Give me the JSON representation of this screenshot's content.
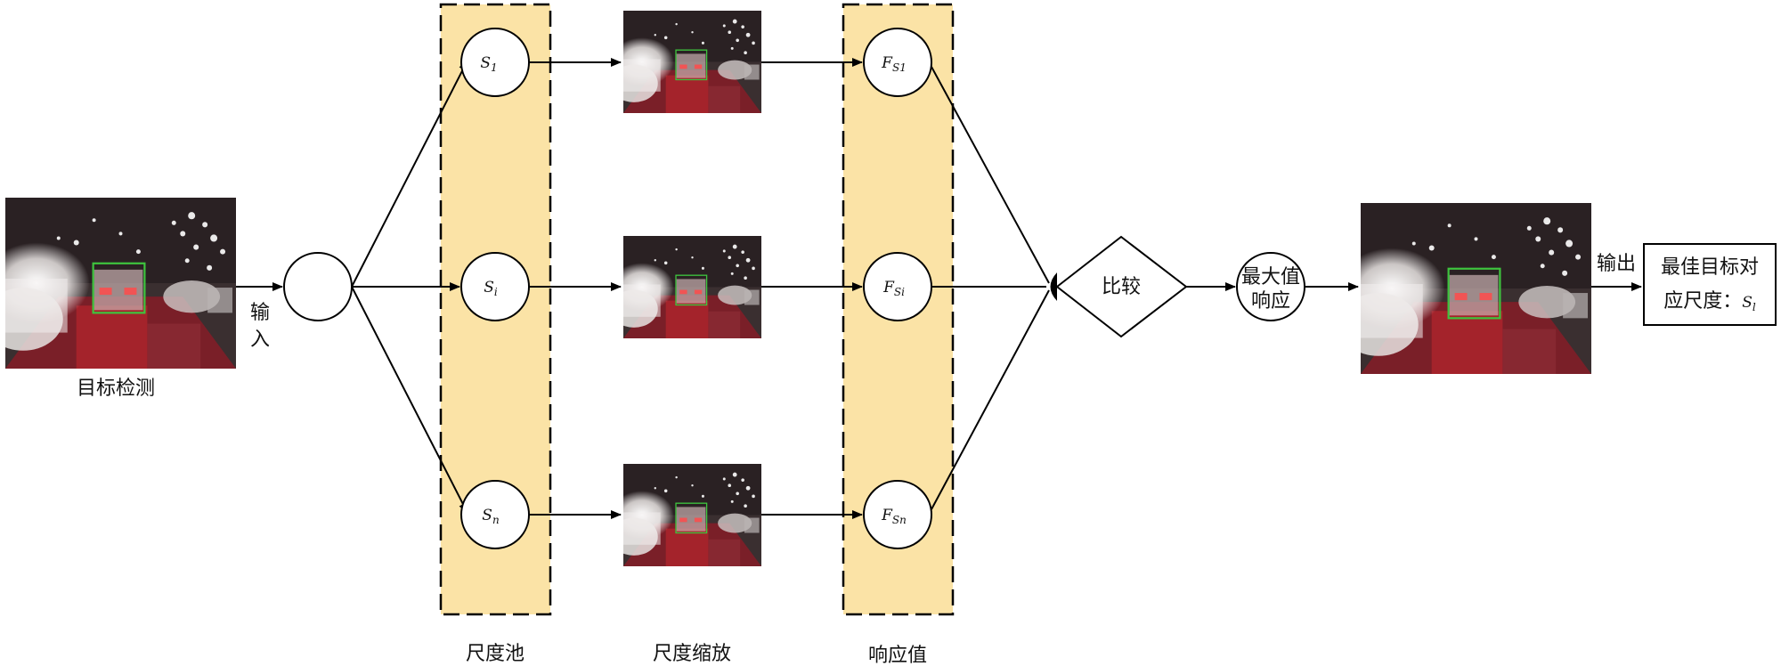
{
  "labels": {
    "detection": "目标检测",
    "input_1": "输",
    "input_2": "入",
    "scale_pool": "尺度池",
    "scale_zoom": "尺度缩放",
    "response": "响应值",
    "compare": "比较",
    "max_1": "最大值",
    "max_2": "响应",
    "output": "输出",
    "best_1": "最佳目标对",
    "best_2": "应尺度："
  },
  "scales": [
    {
      "sym": "S",
      "sub": "1"
    },
    {
      "sym": "S",
      "sub": "i"
    },
    {
      "sym": "S",
      "sub": "n"
    }
  ],
  "responses": [
    {
      "sym": "F",
      "sub": "S1"
    },
    {
      "sym": "F",
      "sub": "Si"
    },
    {
      "sym": "F",
      "sub": "Sn"
    }
  ],
  "best_scale": {
    "sym": "S",
    "sub": "l"
  },
  "colors": {
    "band_fill": "#fbe3a6",
    "stroke": "#000000",
    "detection_box": "#3ec43e",
    "road_red": "#a8232b"
  },
  "images": {
    "main_scene": "night-traffic-image",
    "scaled_scene": "scaled-traffic-image"
  }
}
